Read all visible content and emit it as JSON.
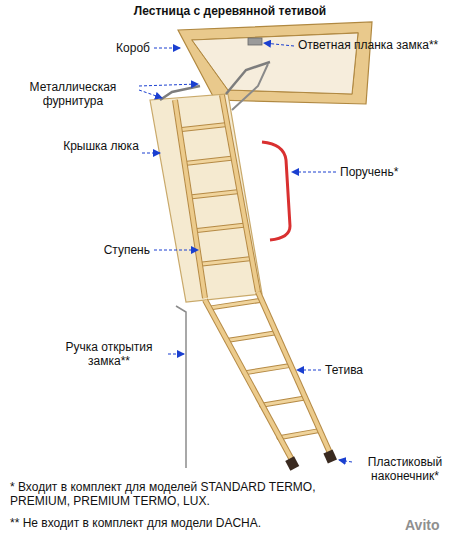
{
  "diagram": {
    "title": "Лестница с деревянной тетивой",
    "labels": [
      "Короб",
      "Ответная планка замка**",
      "Металлическая фурнитура",
      "Крышка люка",
      "Поручень*",
      "Ступень",
      "Ручка открытия замка**",
      "Тетива",
      "Пластиковый наконечник*",
      "* Входит в комплект для моделей STANDARD TERMO, PREMIUM, PREMIUM TERMO, LUX.",
      "** Не входит в комплект для модели DACHA.",
      "Avito"
    ]
  }
}
